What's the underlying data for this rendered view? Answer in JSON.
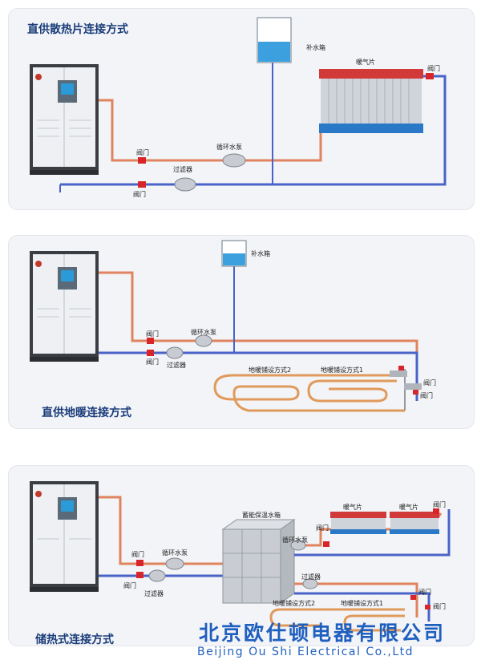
{
  "panel1": {
    "title": "直供散热片连接方式",
    "labels": {
      "tank": "补水箱",
      "radiator": "暖气片",
      "valve_right": "阀门",
      "valve_top": "阀门",
      "pump": "循环水泵",
      "filter": "过滤器",
      "valve_bottom": "阀门"
    }
  },
  "panel2": {
    "title": "直供地暖连接方式",
    "labels": {
      "tank": "补水箱",
      "valve_top": "阀门",
      "pump": "循环水泵",
      "valve_bottom": "阀门",
      "filter": "过滤器",
      "floor2": "地暖铺设方式2",
      "floor1": "地暖铺设方式1",
      "valve_r1": "阀门",
      "valve_r2": "阀门"
    }
  },
  "panel3": {
    "title": "储热式连接方式",
    "labels": {
      "storage": "蓄能保温水箱",
      "radiator1": "暖气片",
      "radiator2": "暖气片",
      "valve_rad": "阀门",
      "valve_mid": "阀门",
      "pump2": "循环水泵",
      "valve_top": "阀门",
      "pump1": "循环水泵",
      "valve_bottom": "阀门",
      "filter1": "过滤器",
      "filter2": "过滤器",
      "floor2": "地暖铺设方式2",
      "floor1": "地暖铺设方式1",
      "valve_r1": "阀门",
      "valve_r2": "阀门"
    }
  },
  "footer": {
    "company_cn": "北京欧仕顿电器有限公司",
    "company_en": "Beijing Ou Shi Electrical Co.,Ltd"
  },
  "colors": {
    "hot_pipe": "#e0835f",
    "cold_pipe": "#4a63c8",
    "valve": "#d8252a",
    "title": "#1a3c7a",
    "brand": "#1f5fbf"
  },
  "icons": [
    "boiler-cabinet-icon",
    "water-tank-icon",
    "radiator-icon",
    "pump-icon",
    "filter-icon",
    "valve-icon",
    "floor-heating-coil-icon",
    "storage-tank-icon"
  ]
}
